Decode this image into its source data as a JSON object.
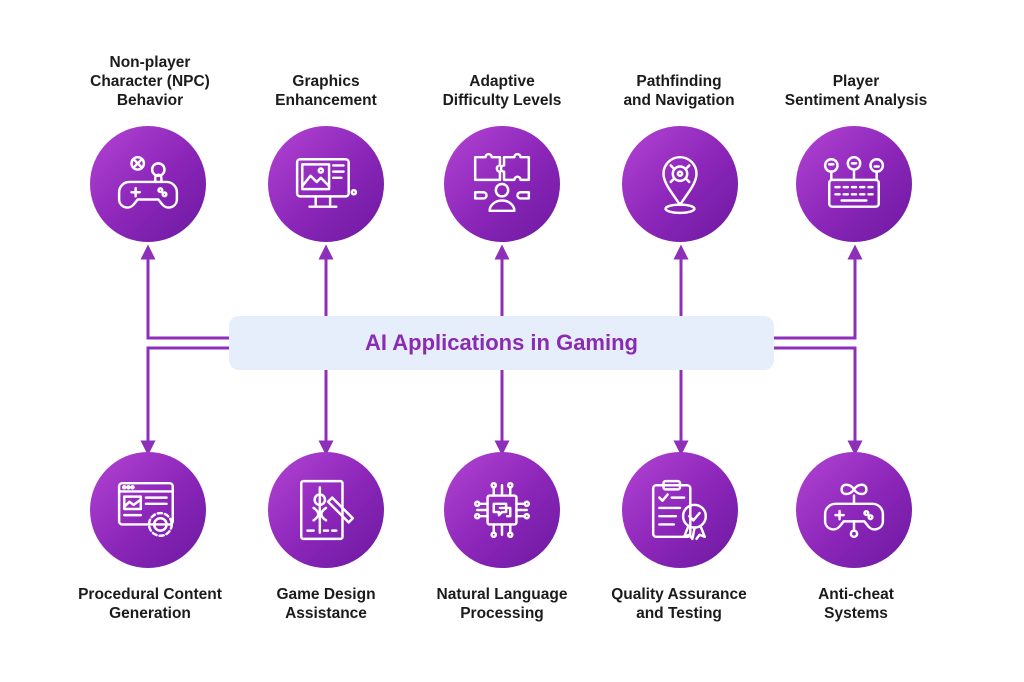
{
  "title": "AI Applications in Gaming",
  "colors": {
    "accent": "#8a2cb1",
    "line": "#8e2fba",
    "box": "#e6eefb"
  },
  "top_nodes": [
    {
      "label": "Non-player\nCharacter (NPC)\nBehavior",
      "icon": "gamepad-icon"
    },
    {
      "label": "Graphics\nEnhancement",
      "icon": "monitor-graphics-icon"
    },
    {
      "label": "Adaptive\nDifficulty Levels",
      "icon": "puzzle-user-icon"
    },
    {
      "label": "Pathfinding\nand Navigation",
      "icon": "map-pin-icon"
    },
    {
      "label": "Player\nSentiment Analysis",
      "icon": "keyboard-sentiment-icon"
    }
  ],
  "bottom_nodes": [
    {
      "label": "Procedural Content\nGeneration",
      "icon": "browser-gear-icon"
    },
    {
      "label": "Game Design\nAssistance",
      "icon": "design-tool-icon"
    },
    {
      "label": "Natural Language\nProcessing",
      "icon": "chip-chat-icon"
    },
    {
      "label": "Quality Assurance\nand Testing",
      "icon": "clipboard-badge-icon"
    },
    {
      "label": "Anti-cheat\nSystems",
      "icon": "infinity-controller-icon"
    }
  ]
}
